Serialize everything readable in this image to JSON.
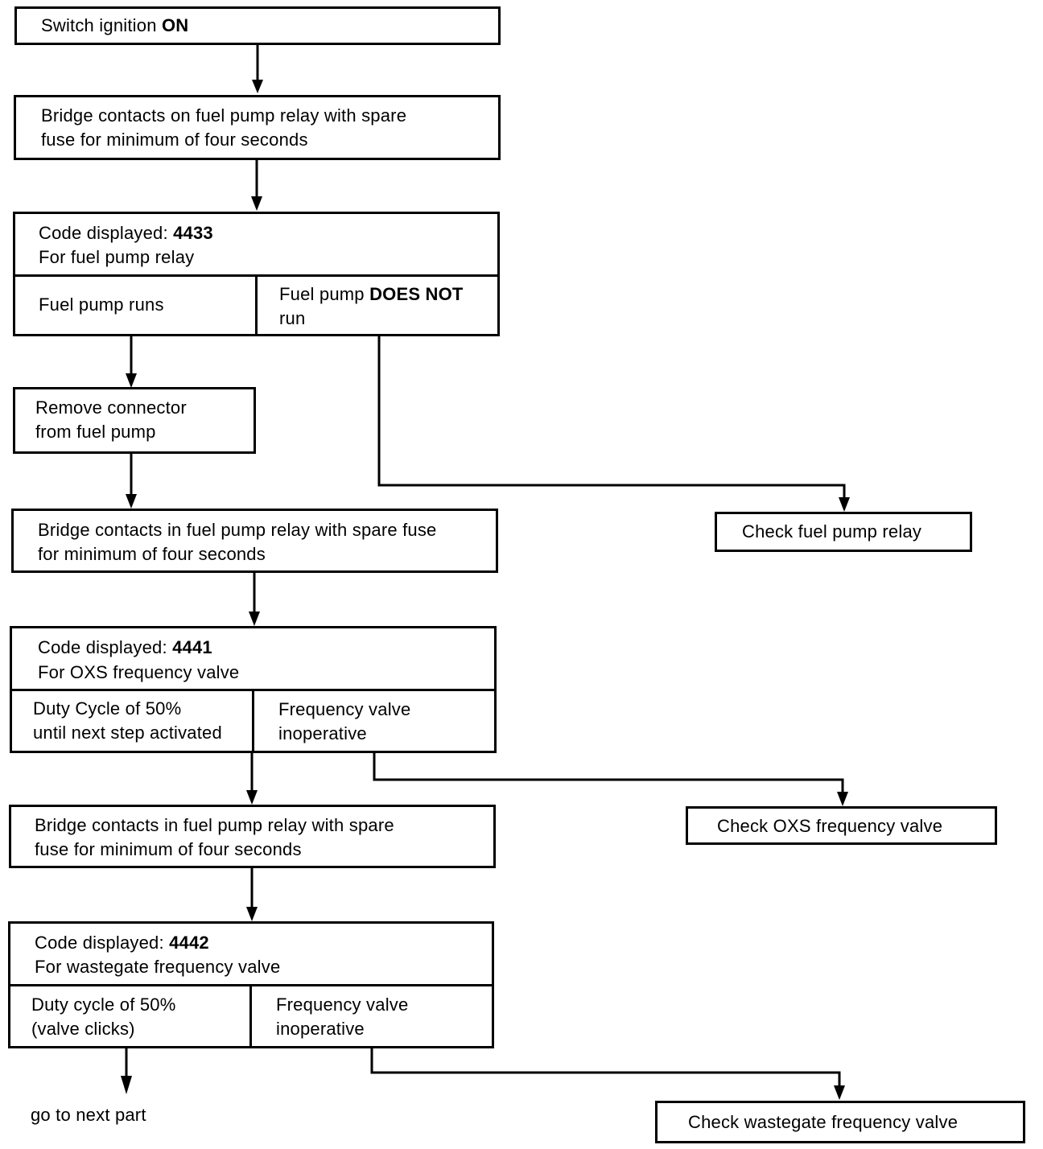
{
  "steps": {
    "switch_ignition": {
      "text": "Switch ignition ",
      "bold": "ON"
    },
    "bridge_1": {
      "line1": "Bridge contacts on fuel pump relay with spare",
      "line2": "fuse for minimum of four seconds"
    },
    "code_4433": {
      "label": "Code displayed: ",
      "code": "4433",
      "line2": "For fuel pump relay",
      "yes": "Fuel pump runs",
      "no_prefix": "Fuel pump ",
      "no_bold": "DOES NOT",
      "no_line2": "run"
    },
    "remove_connector": {
      "line1": "Remove connector",
      "line2": "from fuel pump"
    },
    "check_fuel_pump_relay": "Check fuel pump relay",
    "bridge_2": {
      "line1": "Bridge contacts in fuel pump relay with spare fuse",
      "line2": "for minimum of four seconds"
    },
    "code_4441": {
      "label": "Code displayed: ",
      "code": "4441",
      "line2": "For OXS frequency valve",
      "yes_line1": "Duty Cycle of 50%",
      "yes_line2": "until next step activated",
      "no_line1": "Frequency valve",
      "no_line2": "inoperative"
    },
    "check_oxs": "Check OXS frequency valve",
    "bridge_3": {
      "line1": "Bridge contacts in fuel pump relay with spare",
      "line2": "fuse for minimum of four seconds"
    },
    "code_4442": {
      "label": "Code displayed: ",
      "code": "4442",
      "line2": "For wastegate frequency valve",
      "yes_line1": "Duty cycle of 50%",
      "yes_line2": "(valve clicks)",
      "no_line1": "Frequency valve",
      "no_line2": "inoperative"
    },
    "check_wastegate": "Check wastegate frequency valve",
    "go_next": "go to next part"
  }
}
